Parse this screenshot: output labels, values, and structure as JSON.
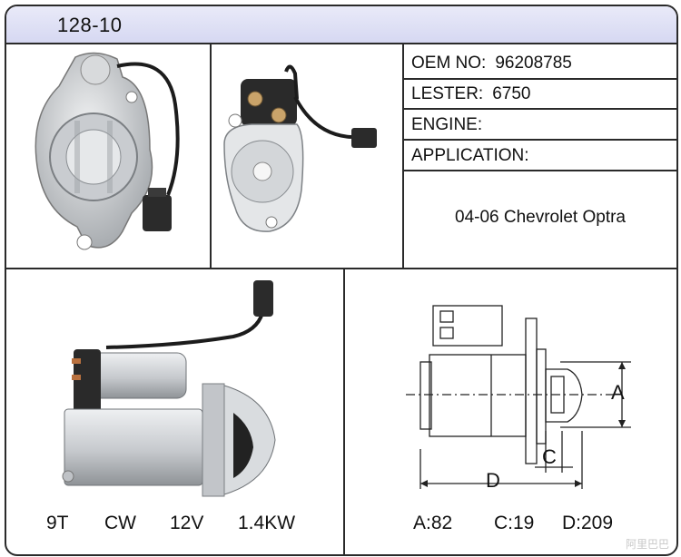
{
  "header": {
    "part_number": "128-10"
  },
  "info": {
    "oem_label": "OEM NO:",
    "oem_value": "96208785",
    "lester_label": "LESTER:",
    "lester_value": "6750",
    "engine_label": "ENGINE:",
    "engine_value": "",
    "application_label": "APPLICATION:",
    "application_value": "04-06 Chevrolet Optra"
  },
  "specs": {
    "teeth": "9T",
    "rotation": "CW",
    "voltage": "12V",
    "power": "1.4KW"
  },
  "dimensions": {
    "a_label": "A:82",
    "c_label": "C:19",
    "d_label": "D:209",
    "diagram_a": "A",
    "diagram_c": "C",
    "diagram_d": "D"
  },
  "watermark": "阿里巴巴"
}
